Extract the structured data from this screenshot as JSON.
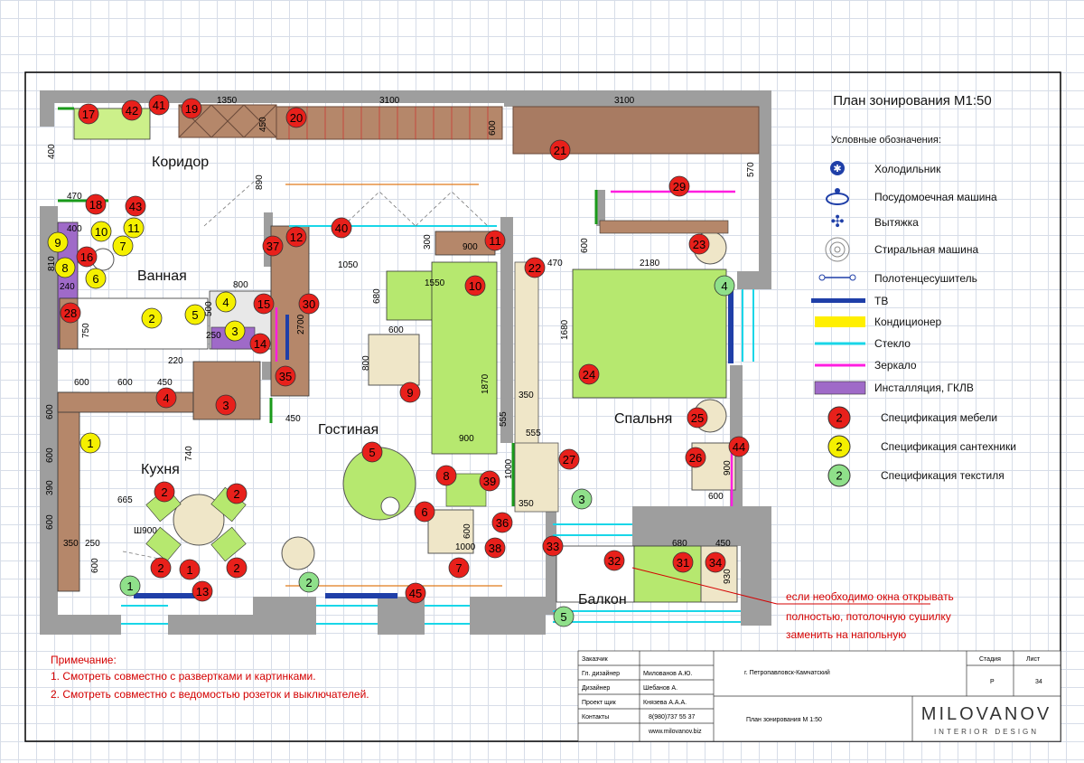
{
  "title": "План зонирования М1:50",
  "legend": {
    "heading": "Условные обозначения:",
    "items": [
      {
        "label": "Холодильник",
        "icon": "snowflake-icon"
      },
      {
        "label": "Посудомоечная машина",
        "icon": "dishwasher-icon"
      },
      {
        "label": "Вытяжка",
        "icon": "fan-icon"
      },
      {
        "label": "Стиральная машина",
        "icon": "washing-machine-icon"
      },
      {
        "label": "Полотенцесушитель",
        "icon": "towel-dryer-icon"
      },
      {
        "label": "ТВ",
        "icon": "tv-icon"
      },
      {
        "label": "Кондиционер",
        "icon": "ac-icon"
      },
      {
        "label": "Стекло",
        "icon": "glass-line-icon"
      },
      {
        "label": "Зеркало",
        "icon": "mirror-line-icon"
      },
      {
        "label": "Инсталляция, ГКЛВ",
        "icon": "installation-icon"
      },
      {
        "label": "Спецификация мебели",
        "marker": "2",
        "color": "#e8201b"
      },
      {
        "label": "Спецификация сантехники",
        "marker": "2",
        "color": "#f5f000"
      },
      {
        "label": "Спецификация текстиля",
        "marker": "2",
        "color": "#8fe08a"
      }
    ]
  },
  "rooms": {
    "corridor": "Коридор",
    "bathroom": "Ванная",
    "kitchen": "Кухня",
    "living": "Гостиная",
    "bedroom": "Спальня",
    "balcony": "Балкон"
  },
  "dimensions": {
    "d1350": "1350",
    "d3100a": "3100",
    "d3100b": "3100",
    "d450": "450",
    "d600a": "600",
    "d400": "400",
    "d890": "890",
    "d570": "570",
    "d470a": "470",
    "d400b": "400",
    "d810": "810",
    "d240": "240",
    "d750": "750",
    "d800a": "800",
    "d500": "500",
    "d250": "250",
    "d2700": "2700",
    "d1050": "1050",
    "d300": "300",
    "d900a": "900",
    "d680": "680",
    "d1550": "1550",
    "d600b": "600",
    "d800b": "800",
    "d1870": "1870",
    "d900b": "900",
    "d450b": "450",
    "d555a": "555",
    "d555b": "555",
    "d350a": "350",
    "d350b": "350",
    "d1000a": "1000",
    "d600c": "600",
    "d1000b": "1000",
    "d600d": "600",
    "d470b": "470",
    "d2180": "2180",
    "d1680": "1680",
    "d900c": "900",
    "d600e": "600",
    "d600f": "600",
    "d600g": "600",
    "d450c": "450",
    "d220": "220",
    "d600h": "600",
    "d600i": "600",
    "d390": "390",
    "d600j": "600",
    "d350c": "350",
    "d250b": "250",
    "d600k": "600",
    "d740": "740",
    "d665": "665",
    "dsh900": "Ш900",
    "d680b": "680",
    "d450d": "450",
    "d930": "930"
  },
  "red_markers": [
    {
      "label": "17"
    },
    {
      "label": "42"
    },
    {
      "label": "41"
    },
    {
      "label": "19"
    },
    {
      "label": "20"
    },
    {
      "label": "21"
    },
    {
      "label": "18"
    },
    {
      "label": "43"
    },
    {
      "label": "29"
    },
    {
      "label": "37"
    },
    {
      "label": "12"
    },
    {
      "label": "40"
    },
    {
      "label": "11"
    },
    {
      "label": "23"
    },
    {
      "label": "16"
    },
    {
      "label": "22"
    },
    {
      "label": "10"
    },
    {
      "label": "15"
    },
    {
      "label": "30"
    },
    {
      "label": "28"
    },
    {
      "label": "14"
    },
    {
      "label": "24"
    },
    {
      "label": "9"
    },
    {
      "label": "35"
    },
    {
      "label": "4"
    },
    {
      "label": "3"
    },
    {
      "label": "25"
    },
    {
      "label": "5"
    },
    {
      "label": "44"
    },
    {
      "label": "26"
    },
    {
      "label": "27"
    },
    {
      "label": "8"
    },
    {
      "label": "39"
    },
    {
      "label": "2"
    },
    {
      "label": "2"
    },
    {
      "label": "6"
    },
    {
      "label": "36"
    },
    {
      "label": "38"
    },
    {
      "label": "33"
    },
    {
      "label": "32"
    },
    {
      "label": "31"
    },
    {
      "label": "34"
    },
    {
      "label": "2"
    },
    {
      "label": "1"
    },
    {
      "label": "2"
    },
    {
      "label": "7"
    },
    {
      "label": "13"
    },
    {
      "label": "45"
    }
  ],
  "yellow_markers": [
    {
      "label": "10"
    },
    {
      "label": "11"
    },
    {
      "label": "9"
    },
    {
      "label": "7"
    },
    {
      "label": "8"
    },
    {
      "label": "6"
    },
    {
      "label": "4"
    },
    {
      "label": "2"
    },
    {
      "label": "5"
    },
    {
      "label": "3"
    },
    {
      "label": "1"
    }
  ],
  "green_markers": [
    {
      "label": "4"
    },
    {
      "label": "3"
    },
    {
      "label": "1"
    },
    {
      "label": "2"
    },
    {
      "label": "5"
    }
  ],
  "annotation": {
    "line1": "если необходимо окна открывать",
    "line2": "полностью, потолочную сушилку",
    "line3": "заменить на напольную"
  },
  "notes": {
    "heading": "Примечание:",
    "line1": "1. Смотреть совместно с развертками и картинками.",
    "line2": "2. Смотреть совместно с  ведомостью розеток и выключателей."
  },
  "title_block": {
    "r1": "Заказчик",
    "r2l": "Гл. дизайнер",
    "r2v": "Милованов А.Ю.",
    "r3l": "Дизайнер",
    "r3v": "Шебанов А.",
    "r4l": "Проект щик",
    "r4v": "Князева А.А.А.",
    "r5l": "Контакты",
    "r5v": "8(980)737 55 37",
    "r6v": "www.milovanov.biz",
    "address": "г. Петропавловск-Камчатский",
    "sheet_name": "План зонирования    М 1:50",
    "stage_label": "Стадия",
    "sheet_label": "Лист",
    "stage": "Р",
    "sheet_no": "34",
    "brand": "MILOVANOV",
    "brand_sub": "INTERIOR DESIGN"
  }
}
